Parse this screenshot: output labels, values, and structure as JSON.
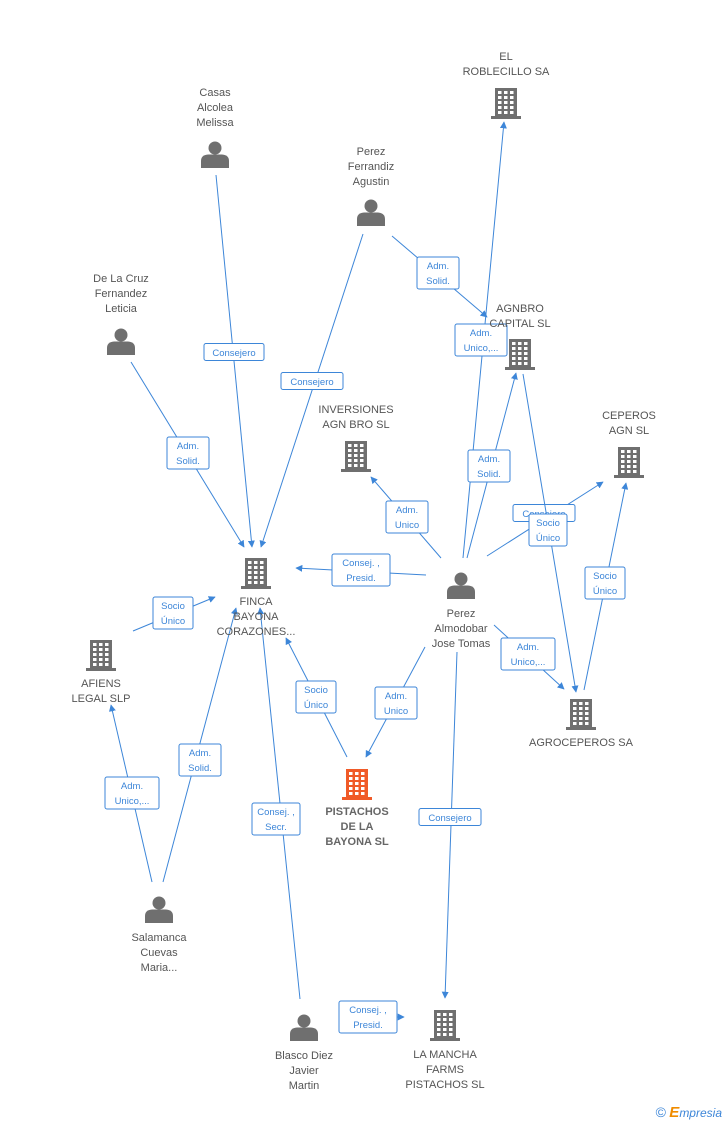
{
  "colors": {
    "edge": "#3d86d8",
    "node": "#6f6f6f",
    "focus": "#f05a28"
  },
  "nodes": {
    "el_roblecillo": {
      "type": "company",
      "icon": "building-icon",
      "label": [
        "EL",
        "ROBLECILLO SA"
      ]
    },
    "casas": {
      "type": "person",
      "icon": "person-icon",
      "label": [
        "Casas",
        "Alcolea",
        "Melissa"
      ]
    },
    "perez_ferrandiz": {
      "type": "person",
      "icon": "person-icon",
      "label": [
        "Perez",
        "Ferrandiz",
        "Agustin"
      ]
    },
    "de_la_cruz": {
      "type": "person",
      "icon": "person-icon",
      "label": [
        "De La Cruz",
        "Fernandez",
        "Leticia"
      ]
    },
    "agnbro_capital": {
      "type": "company",
      "icon": "building-icon",
      "label": [
        "AGNBRO",
        "CAPITAL  SL"
      ]
    },
    "inversiones_agn": {
      "type": "company",
      "icon": "building-icon",
      "label": [
        "INVERSIONES",
        "AGN BRO  SL"
      ]
    },
    "ceperos_agn": {
      "type": "company",
      "icon": "building-icon",
      "label": [
        "CEPEROS",
        "AGN  SL"
      ]
    },
    "finca_bayona": {
      "type": "company",
      "icon": "building-icon",
      "label": [
        "FINCA",
        "BAYONA",
        "CORAZONES..."
      ]
    },
    "perez_almodobar": {
      "type": "person",
      "icon": "person-icon",
      "label": [
        "Perez",
        "Almodobar",
        "Jose Tomas"
      ]
    },
    "afiens": {
      "type": "company",
      "icon": "building-icon",
      "label": [
        "AFIENS",
        "LEGAL  SLP"
      ]
    },
    "agroceperos": {
      "type": "company",
      "icon": "building-icon",
      "label": [
        "AGROCEPEROS SA"
      ]
    },
    "pistachos": {
      "type": "focus",
      "icon": "building-icon",
      "label": [
        "PISTACHOS",
        "DE LA",
        "BAYONA  SL"
      ]
    },
    "salamanca": {
      "type": "person",
      "icon": "person-icon",
      "label": [
        "Salamanca",
        "Cuevas",
        "Maria..."
      ]
    },
    "blasco": {
      "type": "person",
      "icon": "person-icon",
      "label": [
        "Blasco Diez",
        "Javier",
        "Martin"
      ]
    },
    "la_mancha": {
      "type": "company",
      "icon": "building-icon",
      "label": [
        "LA MANCHA",
        "FARMS",
        "PISTACHOS  SL"
      ]
    }
  },
  "edges": [
    {
      "from": "perez_almodobar",
      "to": "el_roblecillo",
      "label": [
        "Adm.",
        "Unico,..."
      ]
    },
    {
      "from": "perez_ferrandiz",
      "to": "agnbro_capital",
      "label": [
        "Adm.",
        "Solid."
      ]
    },
    {
      "from": "casas",
      "to": "finca_bayona",
      "label": [
        "Consejero"
      ]
    },
    {
      "from": "perez_ferrandiz",
      "to": "finca_bayona",
      "label": [
        "Consejero"
      ]
    },
    {
      "from": "de_la_cruz",
      "to": "finca_bayona",
      "label": [
        "Adm.",
        "Solid."
      ]
    },
    {
      "from": "perez_almodobar",
      "to": "agnbro_capital",
      "label": [
        "Adm.",
        "Solid."
      ]
    },
    {
      "from": "perez_almodobar",
      "to": "inversiones_agn",
      "label": [
        "Adm.",
        "Unico"
      ]
    },
    {
      "from": "perez_almodobar",
      "to": "ceperos_agn",
      "label": [
        "Consejero"
      ]
    },
    {
      "from": "agnbro_capital",
      "to": "agroceperos",
      "label": [
        "Socio",
        "Único"
      ]
    },
    {
      "from": "agroceperos",
      "to": "ceperos_agn",
      "label": [
        "Socio",
        "Único"
      ]
    },
    {
      "from": "perez_almodobar",
      "to": "finca_bayona",
      "label": [
        "Consej. ,",
        "Presid."
      ]
    },
    {
      "from": "afiens",
      "to": "finca_bayona",
      "label": [
        "Socio",
        "Único"
      ]
    },
    {
      "from": "perez_almodobar",
      "to": "agroceperos",
      "label": [
        "Adm.",
        "Unico,..."
      ]
    },
    {
      "from": "pistachos",
      "to": "finca_bayona",
      "label": [
        "Socio",
        "Único"
      ]
    },
    {
      "from": "perez_almodobar",
      "to": "pistachos",
      "label": [
        "Adm.",
        "Unico"
      ]
    },
    {
      "from": "salamanca",
      "to": "afiens",
      "label": [
        "Adm.",
        "Unico,..."
      ]
    },
    {
      "from": "salamanca",
      "to": "finca_bayona",
      "label": [
        "Adm.",
        "Solid."
      ]
    },
    {
      "from": "blasco",
      "to": "finca_bayona",
      "label": [
        "Consej. ,",
        "Secr."
      ]
    },
    {
      "from": "perez_almodobar",
      "to": "la_mancha",
      "label": [
        "Consejero"
      ]
    },
    {
      "from": "blasco",
      "to": "la_mancha",
      "label": [
        "Consej. ,",
        "Presid."
      ]
    }
  ],
  "footer": {
    "copyright": "©",
    "brand_initial": "E",
    "brand_rest": "mpresia"
  }
}
